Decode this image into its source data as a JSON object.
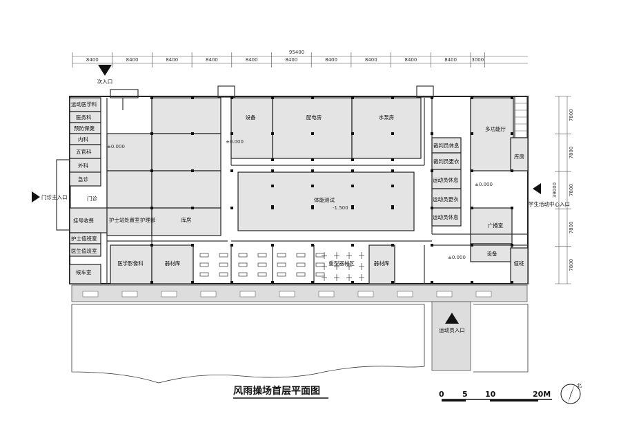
{
  "title": "风雨操场首层平面图",
  "top_dimension": {
    "total": "95400",
    "segments": [
      "8400",
      "8400",
      "8400",
      "8400",
      "8400",
      "8400",
      "8400",
      "8400",
      "8400",
      "8400",
      "3000"
    ]
  },
  "right_dimension": {
    "total": "39000",
    "segments": [
      "7800",
      "7800",
      "7800",
      "7800",
      "7800"
    ]
  },
  "entrances": {
    "secondary": "次入口",
    "clinic_main": "门诊主入口",
    "student_center": "学生活动中心入口",
    "athlete": "运动员入口"
  },
  "rooms": {
    "sports_medicine": "运动医学科",
    "medical_affairs": "医务科",
    "prevention": "预防保健",
    "internal_medicine": "内科",
    "ent": "五官科",
    "surgery": "外科",
    "emergency": "急诊",
    "outpatient": "门诊",
    "registration": "挂号收费",
    "nurse_duty": "护士值班室",
    "doctor_duty": "医生值班室",
    "waiting": "候车室",
    "nurse_station": "护士站",
    "treatment_room": "处置室",
    "nursing_dept": "护理部",
    "storage_1": "库房",
    "imaging": "医学影像科",
    "equipment_store_1": "器材库",
    "equipment": "设备",
    "power_room": "配电房",
    "pump_room": "水泵房",
    "fitness_test": "体能测试",
    "heavy_equipment": "重型器械区",
    "equipment_store_2": "器材库",
    "referee_rest": "裁判员休息",
    "referee_change": "裁判员更衣",
    "athlete_rest_1": "运动员休息",
    "athlete_change": "运动员更衣",
    "athlete_rest_2": "运动员休息",
    "multi_hall": "多功能厅",
    "storage_2": "库房",
    "broadcast": "广播室",
    "equipment_2": "设备",
    "duty": "值班"
  },
  "levels": {
    "l1": "±0.000",
    "l2": "±0.000",
    "l3": "-1.500",
    "l4": "±0.000",
    "l5": "±0.000"
  },
  "scale_bar": [
    "0",
    "5",
    "10",
    "20M"
  ],
  "north": "北"
}
